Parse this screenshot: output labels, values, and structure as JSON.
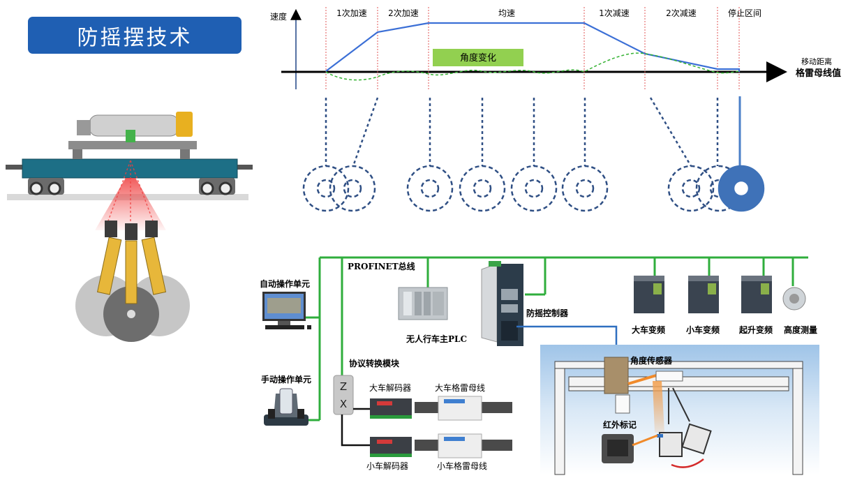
{
  "title": "防摇摆技术",
  "chart": {
    "y_label": "速度",
    "phases": [
      "1次加速",
      "2次加速",
      "均速",
      "1次减速",
      "2次减速",
      "停止区间"
    ],
    "angle_label": "角度变化",
    "x_label_top": "移动距离",
    "x_label_bottom": "格雷母线值"
  },
  "network": {
    "bus_label": "PROFINET总线",
    "auto_unit": "自动操作单元",
    "manual_unit": "手动操作单元",
    "plc": "无人行车主PLC",
    "controller": "防摇控制器",
    "devices": [
      "大车变频",
      "小车变频",
      "起升变频",
      "高度测量"
    ],
    "protocol_module": "协议转换模块",
    "zx_letters": [
      "Z",
      "X"
    ],
    "decoders": [
      "大车解码器",
      "小车解码器"
    ],
    "gray_lines": [
      "大车格雷母线",
      "小车格雷母线"
    ],
    "angle_sensor": "角度传感器",
    "ir_marker": "红外标记"
  }
}
